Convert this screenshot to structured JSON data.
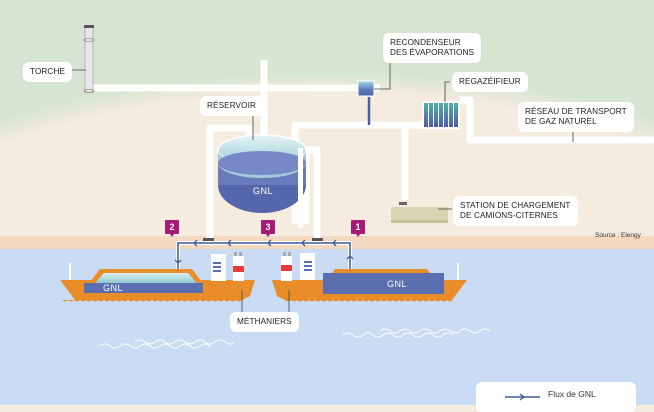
{
  "labels": {
    "torche": "TORCHE",
    "recondenseur_line1": "RECONDENSEUR",
    "recondenseur_line2": "DES ÉVAPORATIONS",
    "regazeifieur": "REGAZÉIFIEUR",
    "reseau_line1": "RÉSEAU DE TRANSPORT",
    "reseau_line2": "DE GAZ NATUREL",
    "reservoir": "RÉSERVOIR",
    "station_line1": "STATION DE CHARGEMENT",
    "station_line2": "DE CAMIONS-CITERNES",
    "methaniers": "MÉTHANIERS"
  },
  "tank_content": "GNL",
  "ship_left_content": "GNL",
  "ship_right_content": "GNL",
  "badges": [
    "1",
    "2",
    "3"
  ],
  "source": "Source : Elengy",
  "legend": {
    "flow_label": "Flux de GNL",
    "icon": "arrow-right-icon"
  },
  "colors": {
    "land": "#f5ebdf",
    "shore": "#f2d9c0",
    "sea": "#c9dcf3",
    "gnl_blue": "#5b6fb0",
    "ship_orange": "#e88d2a",
    "badge": "#a81a78",
    "flow_line": "#3f5a9a",
    "pipe": "#ffffff"
  }
}
